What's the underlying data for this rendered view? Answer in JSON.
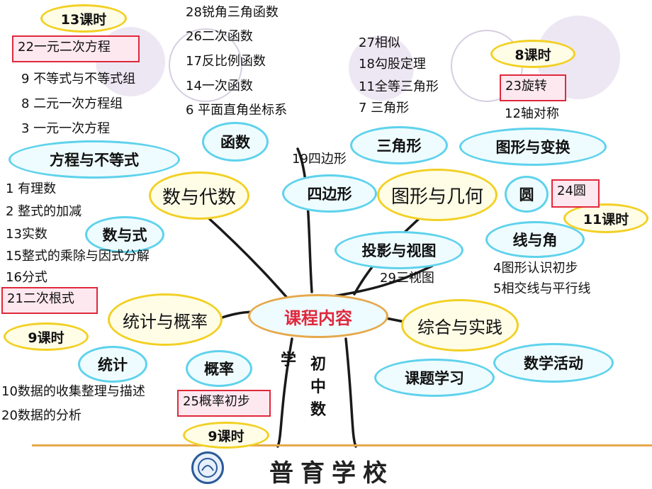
{
  "center": "课程内容",
  "trunk_chars": [
    "学",
    "初",
    "中",
    "数"
  ],
  "footer": {
    "school": "普育学校"
  },
  "colors": {
    "cyan_border": "#5fd2ec",
    "yellow_border": "#f2d024",
    "red": "#e0283c",
    "pink_fill": "#fde8f0",
    "ground_line": "#e6a84a"
  },
  "branches": {
    "num_algebra": "数与代数",
    "eq_ineq": "方程与不等式",
    "function": "函数",
    "num_expr": "数与式",
    "geometry": "图形与几何",
    "triangle": "三角形",
    "transform": "图形与变换",
    "quadrilateral": "四边形",
    "circle": "圆",
    "projection": "投影与视图",
    "line_angle": "线与角",
    "stats_prob": "统计与概率",
    "stats": "统计",
    "prob": "概率",
    "practice": "综合与实践",
    "activity": "数学活动",
    "research": "课题学习"
  },
  "hours": {
    "h13": "13课时",
    "h8": "8课时",
    "h11": "11课时",
    "h9a": "9课时",
    "h9b": "9课时"
  },
  "boxes": {
    "quad_eq": "22一元二次方程",
    "rotation": "23旋转",
    "circle24": "24圆",
    "radical": "21二次根式",
    "prob25": "25概率初步"
  },
  "lists": {
    "eq_items": [
      "9  不等式与不等式组",
      "8  二元一次方程组",
      "3  一元一次方程"
    ],
    "func_items": [
      "28锐角三角函数",
      "26二次函数",
      "17反比例函数",
      "14一次函数",
      "6  平面直角坐标系"
    ],
    "tri_items": [
      "27相似",
      "18勾股定理",
      "11全等三角形",
      "7  三角形"
    ],
    "axis": "12轴对称",
    "quad": "19四边形",
    "expr_items": [
      "1 有理数",
      "2  整式的加减",
      "13实数",
      "15整式的乘除与因式分解",
      "16分式"
    ],
    "view": "29三视图",
    "line_items": [
      "4图形认识初步",
      "5相交线与平行线"
    ],
    "stat_items": [
      "10数据的收集整理与描述",
      "20数据的分析"
    ]
  }
}
